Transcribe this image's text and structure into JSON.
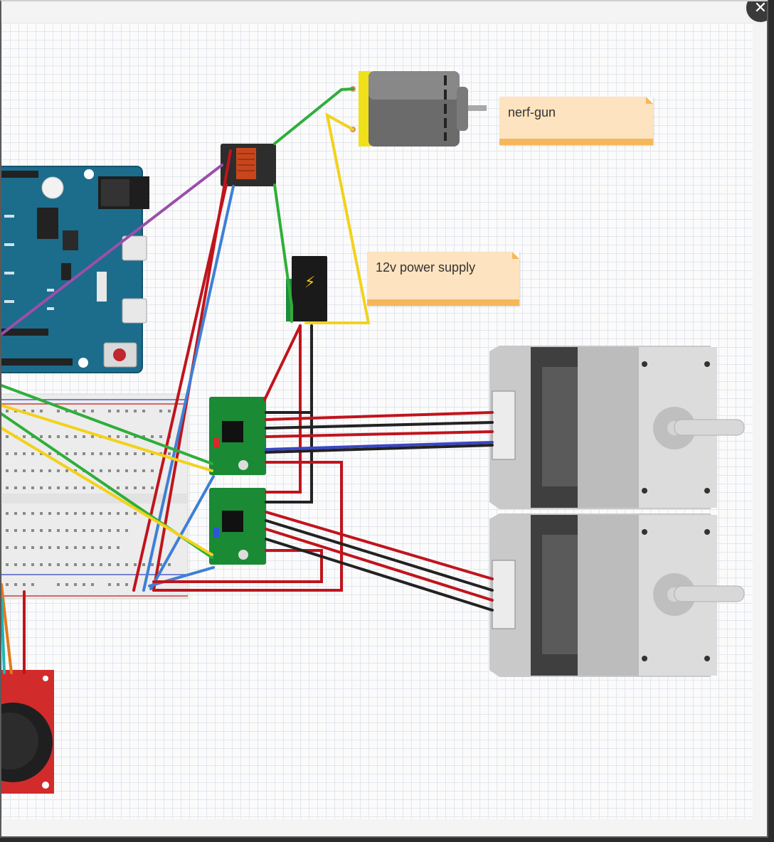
{
  "canvas": {
    "notes": [
      {
        "id": "note-nerf-gun",
        "text": "nerf-gun"
      },
      {
        "id": "note-power-supply",
        "text": "12v power supply"
      }
    ]
  },
  "window": {
    "close_icon": "close-icon"
  },
  "colors": {
    "arduino": "#1c6c8c",
    "driver_board": "#1a8a35",
    "joystick_board": "#d22b2b",
    "motor_body": "#bdbdbd",
    "relay": "#2d2d2d",
    "wire_red": "#c0141c",
    "wire_black": "#222222",
    "wire_blue": "#3e7fd6",
    "wire_green": "#2fae3a",
    "wire_yellow": "#f2d21b",
    "wire_purple": "#9b4fa9",
    "note_fill": "#fde3bf",
    "note_border": "#f6b75a"
  }
}
